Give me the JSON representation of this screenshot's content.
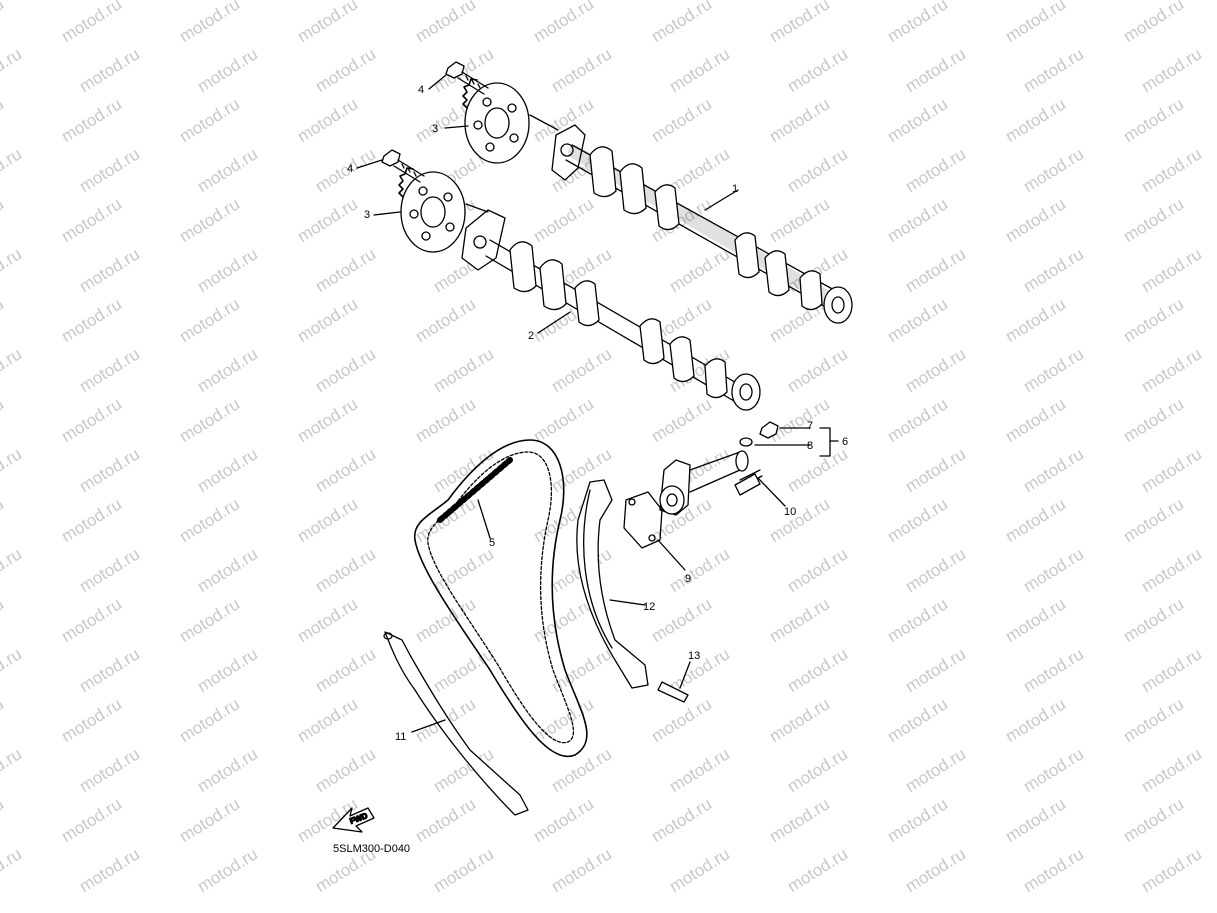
{
  "watermark": "motod.ru",
  "diagram_code": "5SLM300-D040",
  "fwd_label": "FWD",
  "callouts": {
    "c1": "1",
    "c2": "2",
    "c3a": "3",
    "c3b": "3",
    "c4a": "4",
    "c4b": "4",
    "c5": "5",
    "c6": "6",
    "c7": "7",
    "c8": "8",
    "c9": "9",
    "c10": "10",
    "c11": "11",
    "c12": "12",
    "c13": "13"
  }
}
